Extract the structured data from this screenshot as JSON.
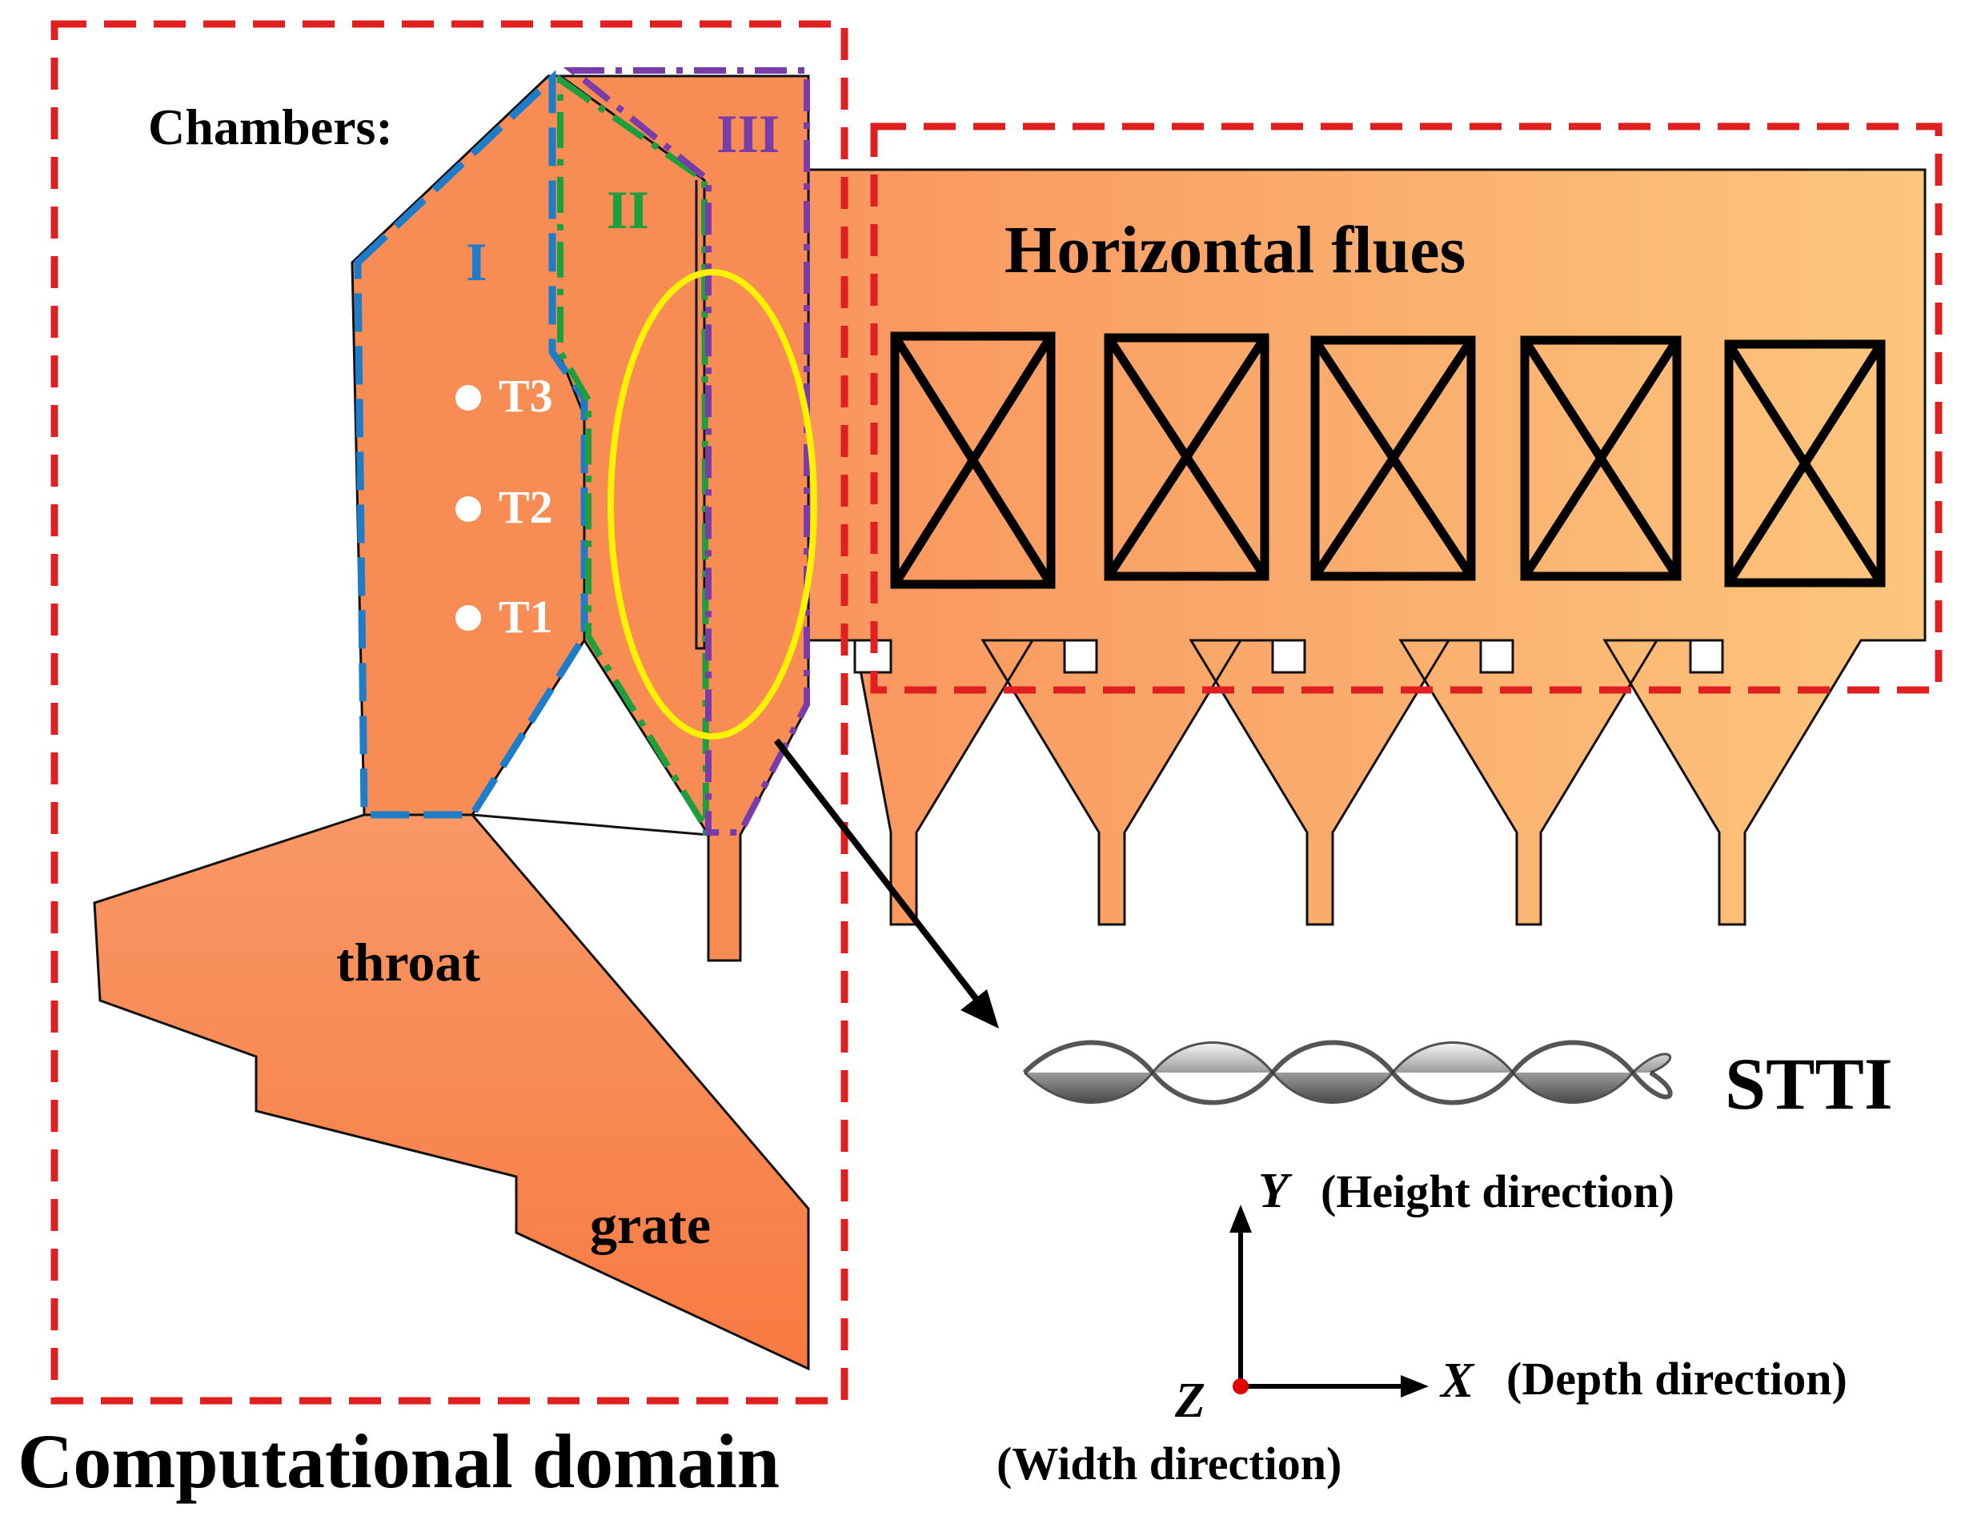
{
  "labels": {
    "chambers": "Chambers:",
    "chamber_1": "I",
    "chamber_2": "II",
    "chamber_3": "III",
    "t3": "T3",
    "t2": "T2",
    "t1": "T1",
    "throat": "throat",
    "grate": "grate",
    "horizontal_flues": "Horizontal flues",
    "stti": "STTI",
    "computational_domain": "Computational domain",
    "axis_y": "Y",
    "axis_y_desc": "(Height direction)",
    "axis_x": "X",
    "axis_x_desc": "(Depth direction)",
    "axis_z": "Z",
    "axis_z_desc": "(Width direction)"
  },
  "colors": {
    "furnace_orange": "#F88C55",
    "flue_light": "#FBC27C",
    "domain_box": "#E02020",
    "chamber_1_outline": "#1E7CC8",
    "chamber_2_outline": "#1E9E3C",
    "chamber_3_outline": "#7A3DA8",
    "highlight_ellipse": "#FFF200",
    "origin_dot": "#E00000"
  },
  "icons": {
    "heat_exchanger": "crossed-box-icon",
    "stti_tube": "twisted-tube-icon"
  }
}
